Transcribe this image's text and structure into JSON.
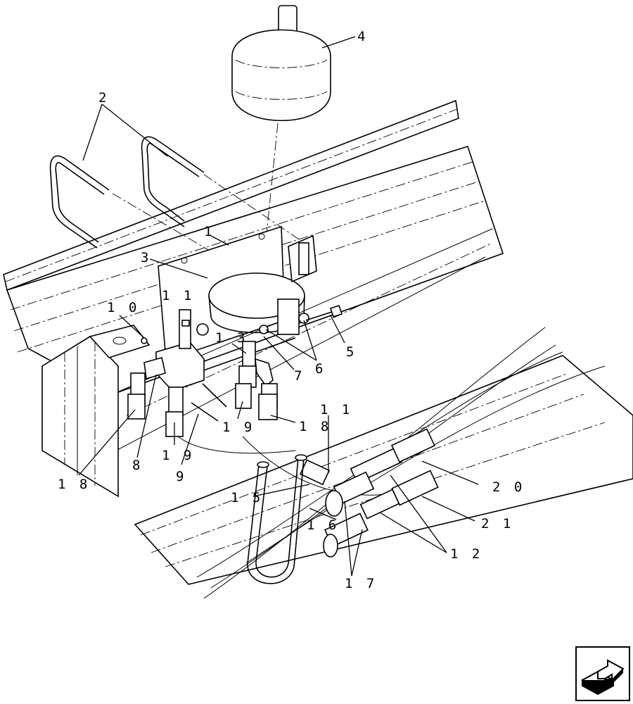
{
  "diagram": {
    "callouts": [
      {
        "id": "c4",
        "text": "4"
      },
      {
        "id": "c2",
        "text": "2"
      },
      {
        "id": "c1",
        "text": "1"
      },
      {
        "id": "c3",
        "text": "3"
      },
      {
        "id": "c11a",
        "text": "1 1"
      },
      {
        "id": "c10",
        "text": "1 0"
      },
      {
        "id": "c13",
        "text": "1 3"
      },
      {
        "id": "c5",
        "text": "5"
      },
      {
        "id": "c6",
        "text": "6"
      },
      {
        "id": "c7",
        "text": "7"
      },
      {
        "id": "c18a",
        "text": "1 8"
      },
      {
        "id": "c19a",
        "text": "1 9"
      },
      {
        "id": "c11b",
        "text": "1 1"
      },
      {
        "id": "c8",
        "text": "8"
      },
      {
        "id": "c19b",
        "text": "1 9"
      },
      {
        "id": "c9",
        "text": "9"
      },
      {
        "id": "c18b",
        "text": "1 8"
      },
      {
        "id": "c20",
        "text": "2 0"
      },
      {
        "id": "c15",
        "text": "1 5"
      },
      {
        "id": "c21",
        "text": "2 1"
      },
      {
        "id": "c16",
        "text": "1 6"
      },
      {
        "id": "c12",
        "text": "1 2"
      },
      {
        "id": "c17",
        "text": "1 7"
      }
    ]
  },
  "nav": {
    "icon": "return-arrow-icon"
  }
}
